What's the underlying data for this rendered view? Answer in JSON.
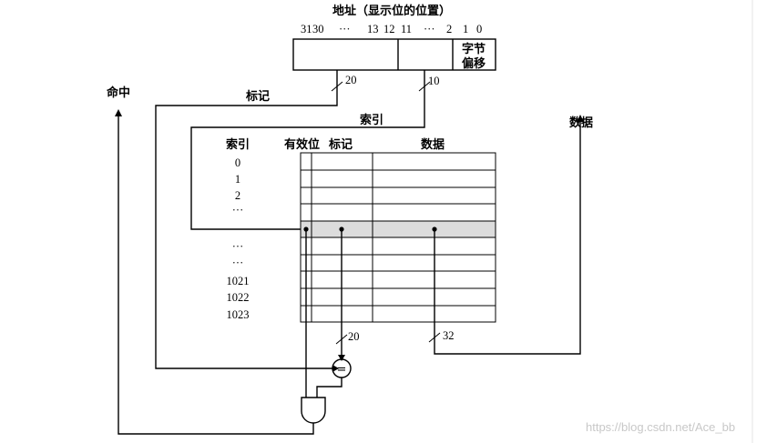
{
  "title": "地址（显示位的位置）",
  "address": {
    "bit_labels": [
      "31",
      "30",
      "···",
      "13",
      "12",
      "11",
      "···",
      "2",
      "1",
      "0"
    ],
    "byte_offset_label": [
      "字节",
      "偏移"
    ],
    "tag_width": "20",
    "index_width": "10"
  },
  "labels": {
    "tag": "标记",
    "index": "索引",
    "hit": "命中",
    "data": "数据"
  },
  "cache": {
    "col_index": "索引",
    "col_valid": "有效位",
    "col_tag": "标记",
    "col_data": "数据",
    "indices_top": [
      "0",
      "1",
      "2",
      "···"
    ],
    "indices_bottom": [
      "···",
      "···",
      "1021",
      "1022",
      "1023"
    ]
  },
  "compare": {
    "tag_bits": "20",
    "data_bits": "32",
    "equals_symbol": "="
  },
  "colors": {
    "line": "#000000",
    "highlight_row": "#dcdcdc",
    "watermark": "#c8c8c8"
  },
  "watermark": "https://blog.csdn.net/Ace_bb"
}
